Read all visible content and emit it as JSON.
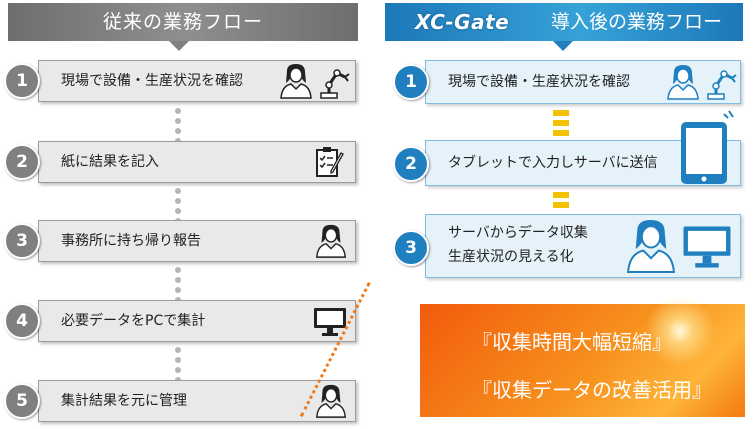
{
  "left": {
    "header": "従来の業務フロー",
    "steps": [
      {
        "num": "1",
        "text": "現場で設備・生産状況を確認",
        "icons": [
          "worker-icon",
          "robot-arm-icon"
        ]
      },
      {
        "num": "2",
        "text": "紙に結果を記入",
        "icons": [
          "clipboard-icon"
        ]
      },
      {
        "num": "3",
        "text": "事務所に持ち帰り報告",
        "icons": [
          "worker-icon"
        ]
      },
      {
        "num": "4",
        "text": "必要データをPCで集計",
        "icons": [
          "monitor-icon"
        ]
      },
      {
        "num": "5",
        "text": "集計結果を元に管理",
        "icons": [
          "worker-icon"
        ]
      }
    ]
  },
  "right": {
    "logo": "XC-Gate",
    "header": "導入後の業務フロー",
    "steps": [
      {
        "num": "1",
        "text": "現場で設備・生産状況を確認",
        "icons": [
          "worker-icon",
          "robot-arm-icon"
        ]
      },
      {
        "num": "2",
        "text": "タブレットで入力しサーバに送信",
        "icons": [
          "tablet-icon"
        ]
      },
      {
        "num": "3",
        "text_line1": "サーバからデータ収集",
        "text_line2": "生産状況の見える化",
        "icons": [
          "worker-icon",
          "monitor-icon"
        ]
      }
    ]
  },
  "result": {
    "line1": "『収集時間大幅短縮』",
    "line2": "『収集データの改善活用』"
  },
  "colors": {
    "gray": "#808080",
    "blue": "#1f7fbf",
    "yellow": "#f5c000",
    "orange": "#f47a10"
  }
}
